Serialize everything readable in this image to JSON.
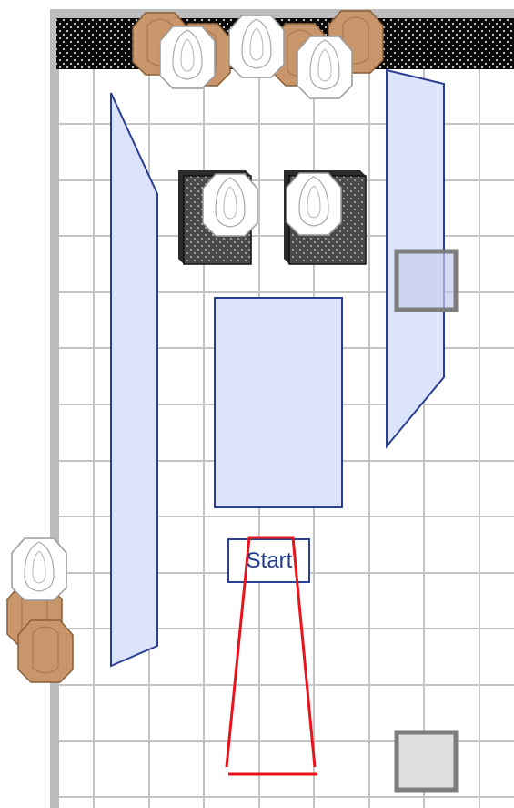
{
  "diagram": {
    "start_label": "Start",
    "colors": {
      "grid": "#c4c4c4",
      "wall": "#bdbdbd",
      "barrier_fill": "#dce4fb",
      "barrier_stroke": "#2a3f93",
      "target_white": "#ffffff",
      "target_outline": "#9a9a9a",
      "target_noshoot": "#c9956a",
      "target_noshoot_outline": "#8a5e36",
      "backstop": "#0a0a0a",
      "stand": "#4a4a4a",
      "fault_line": "#e8141c",
      "box_fill": "#dedede",
      "box_stroke": "#7d7d7d"
    },
    "icons": {
      "shoot_target": "octagon-target-icon",
      "no_shoot_target": "no-shoot-target-icon",
      "start_box": "start-position-box",
      "fault_lines": "shooting-area-fault-lines",
      "barrel": "barrel-square-icon"
    }
  }
}
